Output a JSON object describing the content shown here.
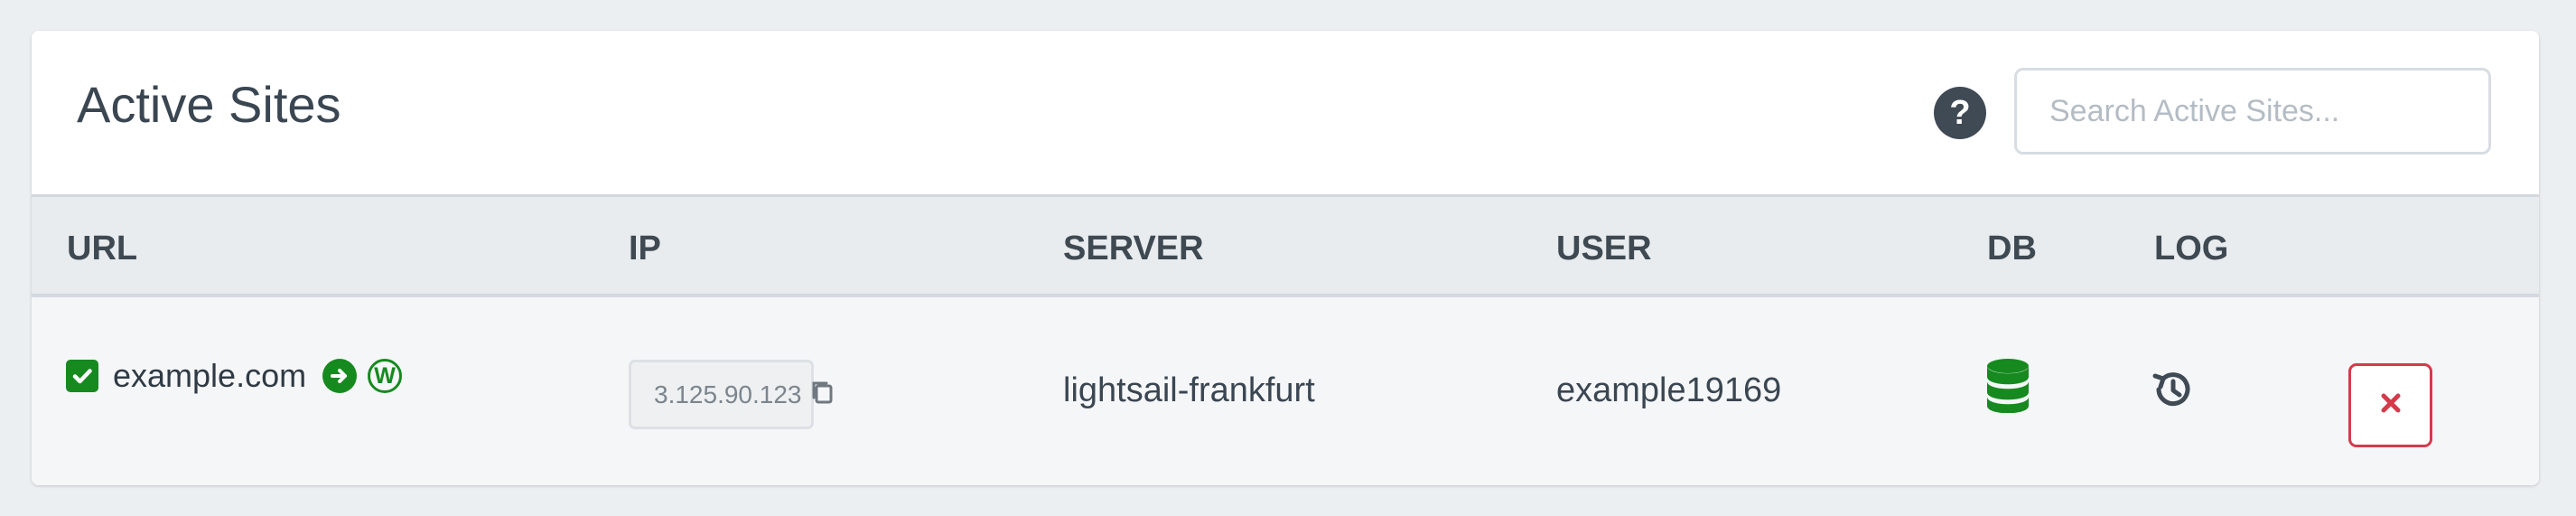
{
  "title": "Active Sites",
  "search": {
    "placeholder": "Search Active Sites..."
  },
  "help": {
    "icon": "question-circle-icon",
    "symbol": "?"
  },
  "table": {
    "headers": [
      "URL",
      "IP",
      "SERVER",
      "USER",
      "DB",
      "LOG",
      ""
    ],
    "rows": [
      {
        "checked": true,
        "url": "example.com",
        "ip": "3.125.90.123",
        "server": "lightsail-frankfurt",
        "user": "example19169",
        "icons": {
          "checkbox": "checkbox-checked-icon",
          "open": "arrow-circle-right-icon",
          "wordpress": "wordpress-icon",
          "copy": "copy-icon",
          "database": "database-icon",
          "log": "history-icon",
          "delete": "close-icon"
        },
        "wordpress_symbol": "W"
      }
    ]
  },
  "colors": {
    "accent_green": "#168a1f",
    "danger_red": "#d43b4b",
    "text_dark": "#3a4651",
    "muted_text": "#7c858d",
    "page_background": "#eceff2",
    "header_background": "#e8ecef"
  }
}
